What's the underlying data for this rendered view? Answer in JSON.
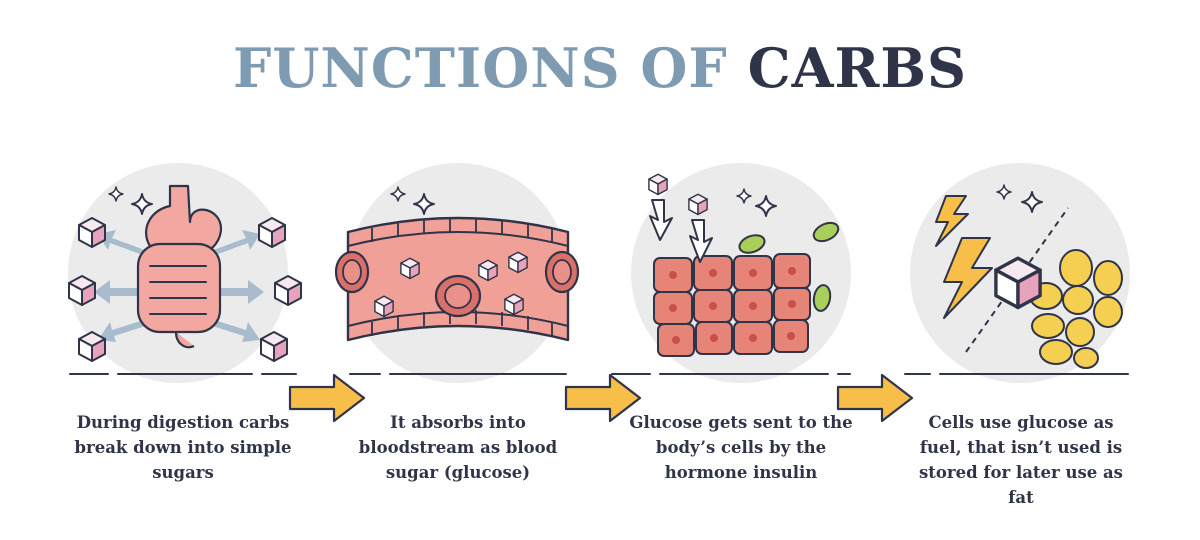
{
  "title": {
    "part1": "FUNCTIONS OF",
    "part2": "CARBS"
  },
  "steps": [
    {
      "caption": "During digestion carbs break down into simple sugars",
      "icon": "stomach-intestines-icon"
    },
    {
      "caption": "It absorbs into bloodstream as blood sugar (glucose)",
      "icon": "blood-vessel-icon"
    },
    {
      "caption": "Glucose gets sent to the body’s cells by the hormone insulin",
      "icon": "body-cells-icon"
    },
    {
      "caption": "Cells use glucose as fuel, that isn’t used is stored for later use as fat",
      "icon": "fuel-fat-icon"
    }
  ],
  "colors": {
    "title_light": "#7f9bb2",
    "title_dark": "#2f3448",
    "circle": "#ebebeb",
    "pink": "#f2a7a0",
    "arrow_fill": "#f7bf4a",
    "fat": "#f5cf52",
    "cube_top": "#f7e9ef",
    "cube_side": "#e7a3bb",
    "green": "#a9cf5a"
  }
}
